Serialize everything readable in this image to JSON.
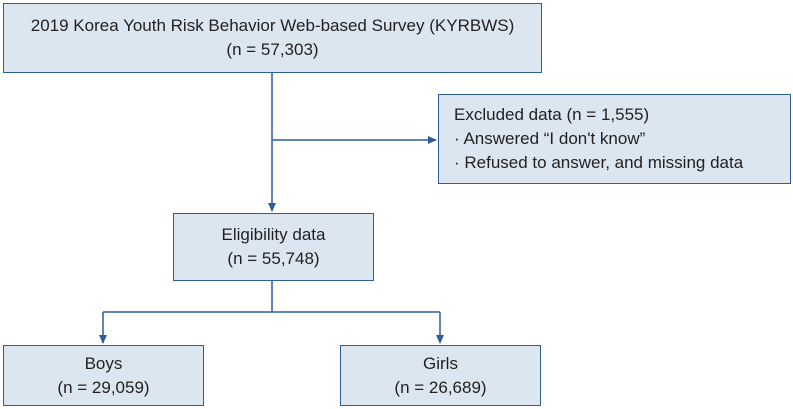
{
  "diagram": {
    "survey": {
      "line1": "2019 Korea Youth Risk Behavior Web-based Survey (KYRBWS)",
      "line2": "(n = 57,303)"
    },
    "excluded": {
      "line1": "Excluded data (n = 1,555)",
      "line2": "· Answered “I don't know”",
      "line3": "· Refused to answer, and missing data"
    },
    "eligible": {
      "line1": "Eligibility data",
      "line2": "(n = 55,748)"
    },
    "boys": {
      "line1": "Boys",
      "line2": "(n = 29,059)"
    },
    "girls": {
      "line1": "Girls",
      "line2": "(n = 26,689)"
    },
    "colors": {
      "box_fill": "#dce6f1",
      "box_border": "#2e5e9a",
      "arrow": "#2e5e9a",
      "text": "#231f20"
    }
  }
}
